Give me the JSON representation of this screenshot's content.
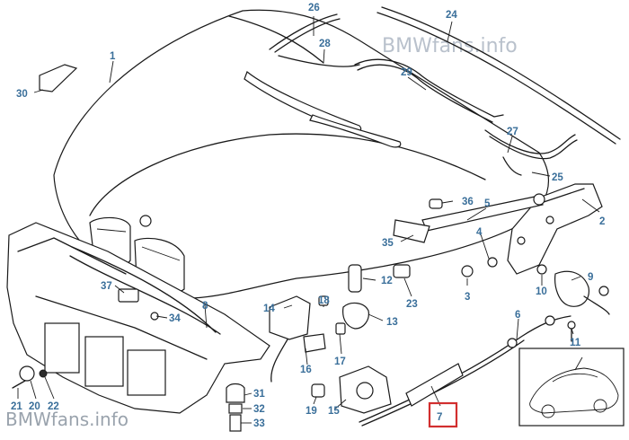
{
  "diagram": {
    "watermark_top": "BMWfans.info",
    "watermark_bottom": "BMWfans.info",
    "highlight_color": "#d22f2f",
    "callout_color": "#3a6f9a",
    "highlighted_part": "7",
    "callouts": {
      "c1": "1",
      "c2": "2",
      "c3": "3",
      "c4": "4",
      "c5": "5",
      "c6": "6",
      "c7": "7",
      "c8": "8",
      "c9": "9",
      "c10": "10",
      "c11": "11",
      "c12": "12",
      "c13": "13",
      "c14": "14",
      "c15": "15",
      "c16": "16",
      "c17": "17",
      "c18": "18",
      "c19": "19",
      "c20": "20",
      "c21": "21",
      "c22": "22",
      "c23": "23",
      "c24": "24",
      "c25": "25",
      "c26": "26",
      "c27": "27",
      "c28": "28",
      "c29": "29",
      "c30": "30",
      "c31": "31",
      "c32": "32",
      "c33": "33",
      "c34": "34",
      "c35": "35",
      "c36": "36",
      "c37": "37"
    }
  }
}
